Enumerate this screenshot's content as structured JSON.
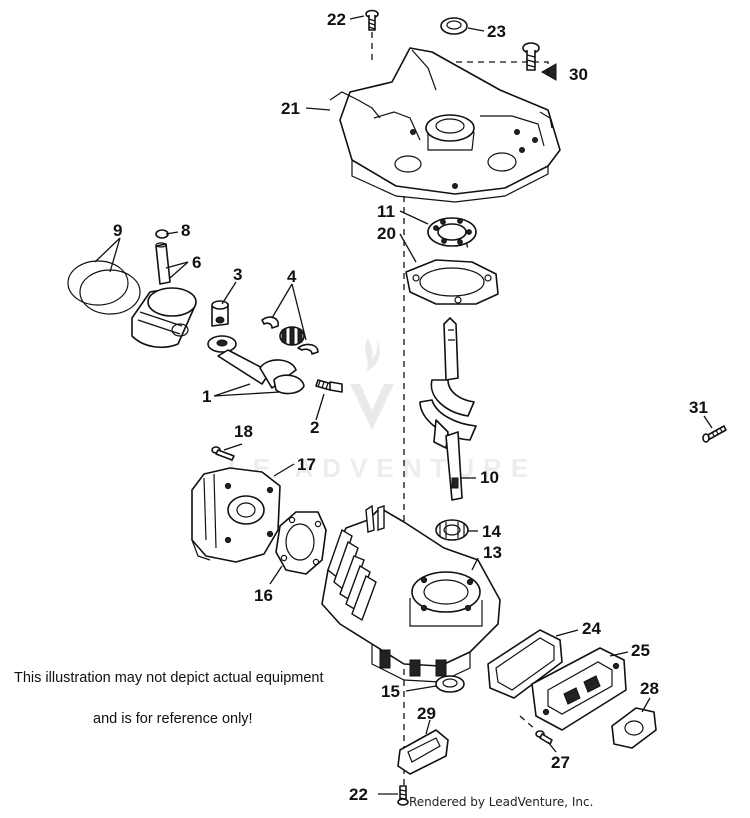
{
  "diagram": {
    "callouts": {
      "c1": "1",
      "c2": "2",
      "c3": "3",
      "c4": "4",
      "c6": "6",
      "c8": "8",
      "c9": "9",
      "c10": "10",
      "c11": "11",
      "c13": "13",
      "c14": "14",
      "c15": "15",
      "c16": "16",
      "c17": "17",
      "c18": "18",
      "c20": "20",
      "c21": "21",
      "c22_top": "22",
      "c22_bottom": "22",
      "c23": "23",
      "c24": "24",
      "c25": "25",
      "c27": "27",
      "c28": "28",
      "c29": "29",
      "c30": "30",
      "c31": "31"
    },
    "notice_line1": "This illustration may not depict actual equipment",
    "notice_line2": "and is for reference only!",
    "watermark": "LE ADVENTURE",
    "credit": "Rendered by LeadVenture, Inc."
  }
}
